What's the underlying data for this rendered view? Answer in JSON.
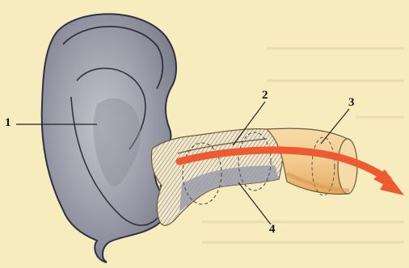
{
  "colors": {
    "background": "#f7ecbd",
    "background_text_ghost": "#e4d6a0",
    "auricle_fill": "#9b9daa",
    "auricle_shadow": "#6d6f7c",
    "auricle_outline": "#2d3142",
    "canal_skin_fill": "#e9e2c8",
    "canal_hatch": "#8b7355",
    "canal_bony_fill": "#f2cc8f",
    "canal_bony_shade": "#e5ae66",
    "arrow": "#ee5a32",
    "leader_line": "#222222"
  },
  "figure": {
    "description_icon": "ear-canal-diagram",
    "labels": [
      {
        "id": "auricle",
        "text": "1"
      },
      {
        "id": "cartilaginous-canal",
        "text": "2"
      },
      {
        "id": "bony-canal",
        "text": "3"
      },
      {
        "id": "canal-lower-wall",
        "text": "4"
      }
    ]
  }
}
